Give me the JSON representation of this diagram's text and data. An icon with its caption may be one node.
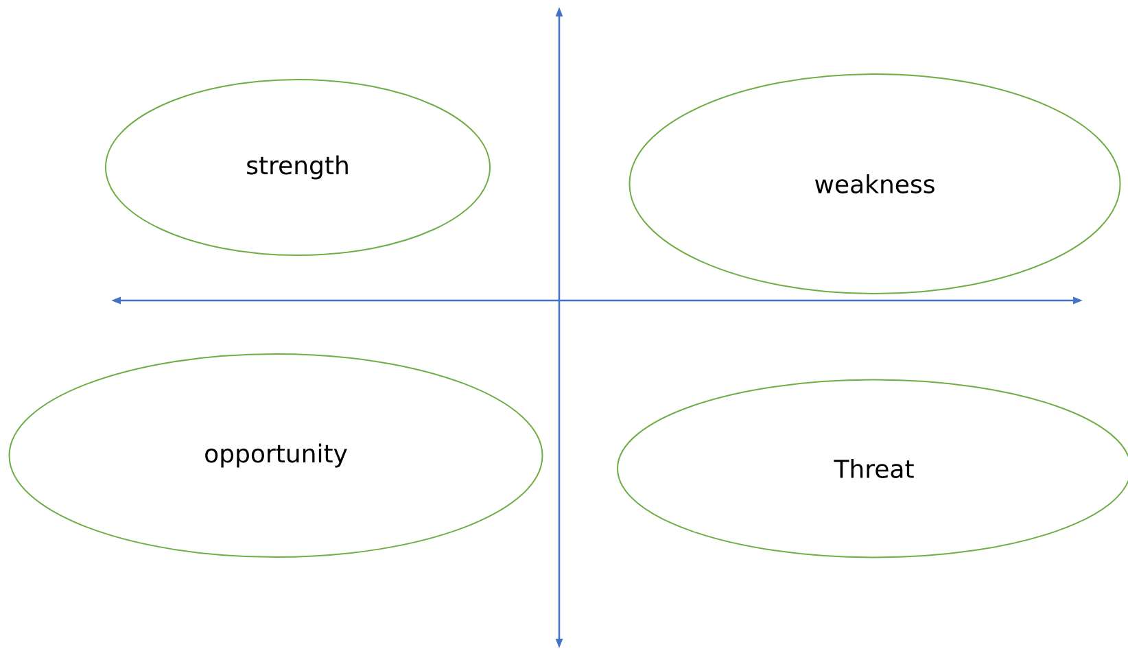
{
  "diagram": {
    "nodes": [
      {
        "text": [
          "strength"
        ]
      },
      {
        "text": [
          "weakness"
        ]
      },
      {
        "text": [
          "opportunity"
        ]
      },
      {
        "text": [
          "Threat"
        ]
      }
    ]
  }
}
